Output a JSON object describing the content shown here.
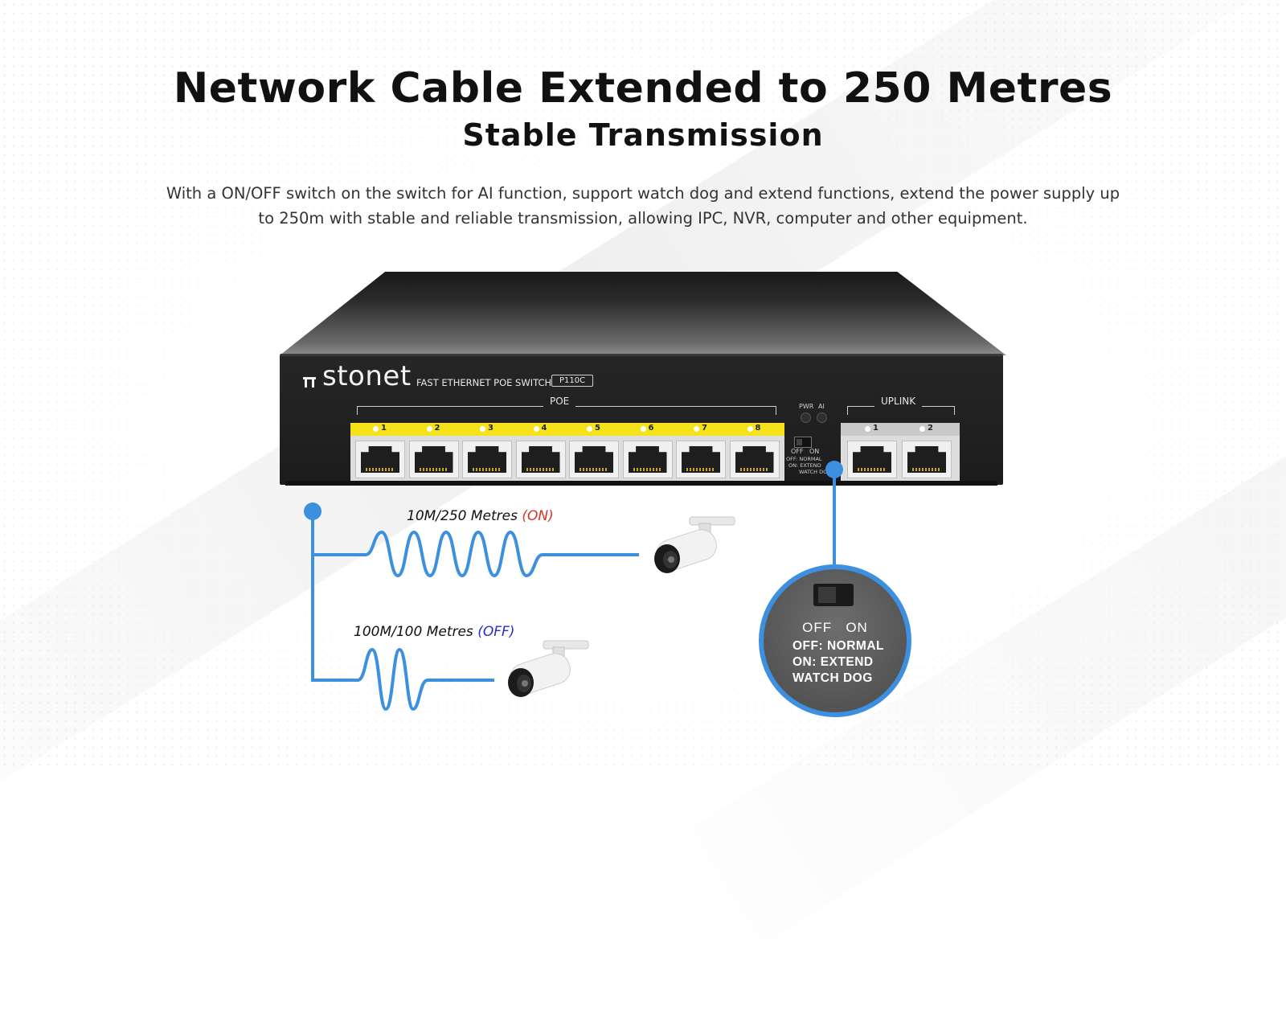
{
  "heading": {
    "title": "Network Cable Extended to 250 Metres",
    "subtitle": "Stable Transmission"
  },
  "description": {
    "line1": "With a ON/OFF switch on the switch for AI function, support watch dog and extend functions, extend the power supply up",
    "line2": "to 250m with stable and reliable transmission, allowing IPC, NVR, computer and other equipment."
  },
  "device": {
    "brand": "stonet",
    "model_text": "FAST ETHERNET POE SWITCH",
    "model_code": "P110C",
    "poe_label": "POE",
    "uplink_label": "UPLINK",
    "poe_ports": [
      "1",
      "2",
      "3",
      "4",
      "5",
      "6",
      "7",
      "8"
    ],
    "uplink_ports": [
      "1",
      "2"
    ],
    "pwr_label": "PWR",
    "ai_label": "AI",
    "switch_small_off": "OFF",
    "switch_small_on": "ON",
    "small_line1": "OFF: NORMAL",
    "small_line2": "ON: EXTEND",
    "small_line3": "WATCH DOG"
  },
  "cables": {
    "long_label": "10M/250 Metres",
    "long_mode": "(ON)",
    "short_label": "100M/100 Metres",
    "short_mode": "(OFF)"
  },
  "callout": {
    "off": "OFF",
    "on": "ON",
    "line1": "OFF: NORMAL",
    "line2": "ON: EXTEND",
    "line3": "WATCH DOG"
  },
  "colors": {
    "accent_blue": "#3d8fe0",
    "on_red": "#d9352a",
    "off_blue": "#2a2ad0",
    "poe_yellow": "#f5e21a"
  },
  "icons": [
    "stonet-logo-icon",
    "camera-icon"
  ]
}
